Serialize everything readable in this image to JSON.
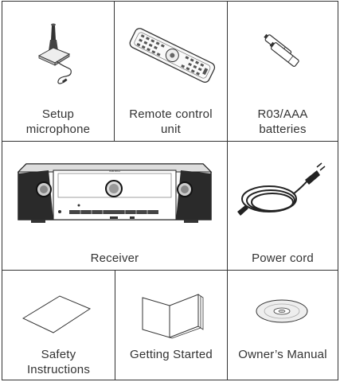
{
  "items": {
    "setup_microphone": {
      "line1": "Setup",
      "line2": "microphone"
    },
    "remote_control": {
      "line1": "Remote control",
      "line2": "unit"
    },
    "batteries": {
      "line1": "R03/AAA",
      "line2": "batteries"
    },
    "receiver": {
      "label": "Receiver",
      "brand": "marantz"
    },
    "power_cord": {
      "label": "Power cord"
    },
    "safety": {
      "line1": "Safety",
      "line2": "Instructions"
    },
    "getting_started": {
      "label": "Getting Started"
    },
    "owners_manual": {
      "label": "Owner’s Manual"
    }
  }
}
